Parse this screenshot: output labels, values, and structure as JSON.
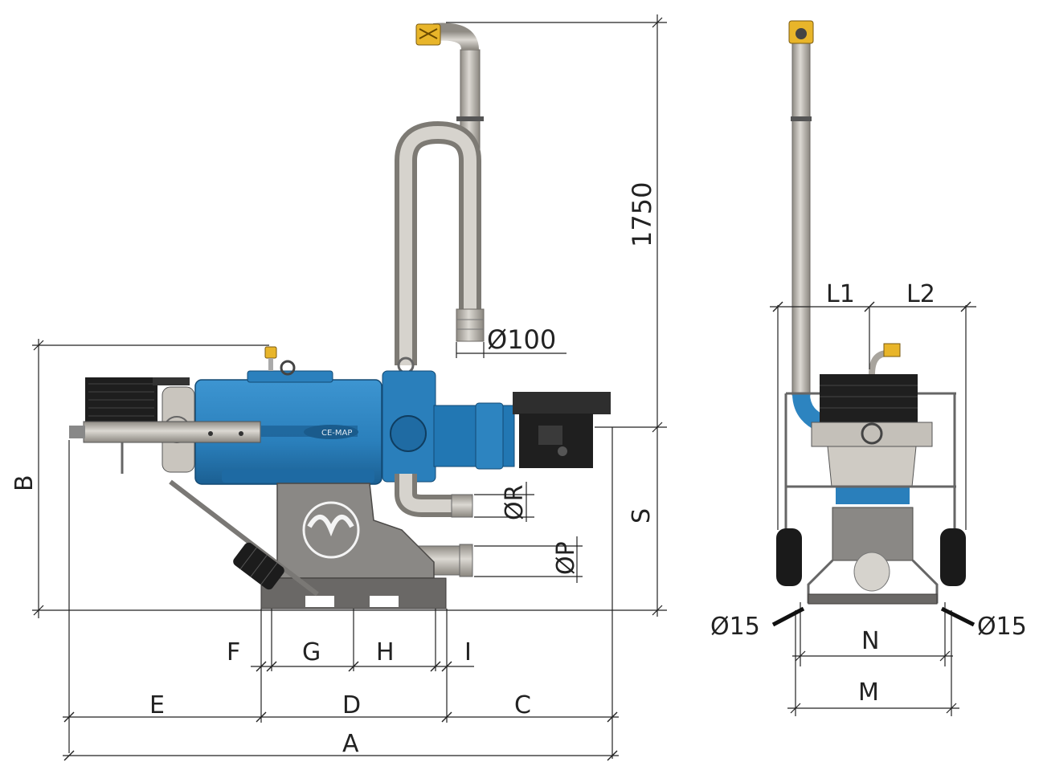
{
  "labels": {
    "height_total": "1750",
    "outlet_diameter": "Ø100",
    "R": "ØR",
    "P": "ØP",
    "B": "B",
    "S": "S",
    "A": "A",
    "C": "C",
    "D": "D",
    "E": "E",
    "F": "F",
    "G": "G",
    "H": "H",
    "I": "I",
    "L1": "L1",
    "L2": "L2",
    "N": "N",
    "M": "M",
    "hole_left": "Ø15",
    "hole_right": "Ø15"
  },
  "colors": {
    "body_blue": "#2d84c0",
    "body_blue_dark": "#1a5e92",
    "pipe_grey": "#b9b5ad",
    "frame_grey": "#8d8b88",
    "plate_dark": "#5e5c5a",
    "motor_black": "#2a2a2a",
    "valve_yellow": "#e8b52a"
  }
}
